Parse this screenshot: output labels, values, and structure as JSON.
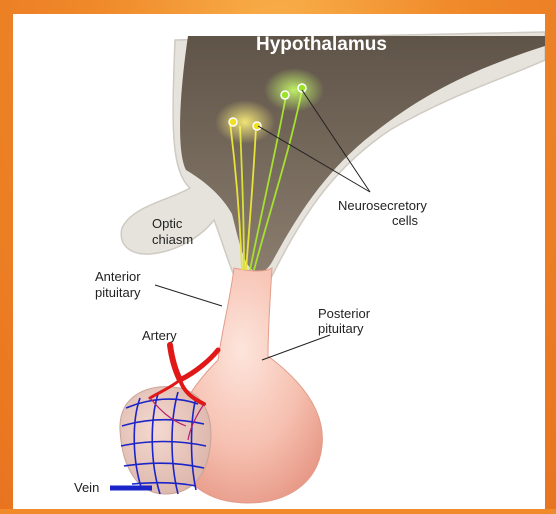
{
  "labels": {
    "hypothalamus": "Hypothalamus",
    "neurosecretory_line1": "Neurosecretory",
    "neurosecretory_line2": "cells",
    "optic_line1": "Optic",
    "optic_line2": "chiasm",
    "anterior_line1": "Anterior",
    "anterior_line2": "pituitary",
    "posterior_line1": "Posterior",
    "posterior_line2": "pituitary",
    "artery": "Artery",
    "vein": "Vein"
  },
  "colors": {
    "frame_orange": "#f08a2a",
    "hypothalamus_brown": "#6e6256",
    "pituitary_pink": "#f6c3b3",
    "artery_red": "#e01818",
    "vein_blue": "#1a24c8",
    "neuron_green": "#9be22a",
    "neuron_yellow": "#f0e020"
  }
}
